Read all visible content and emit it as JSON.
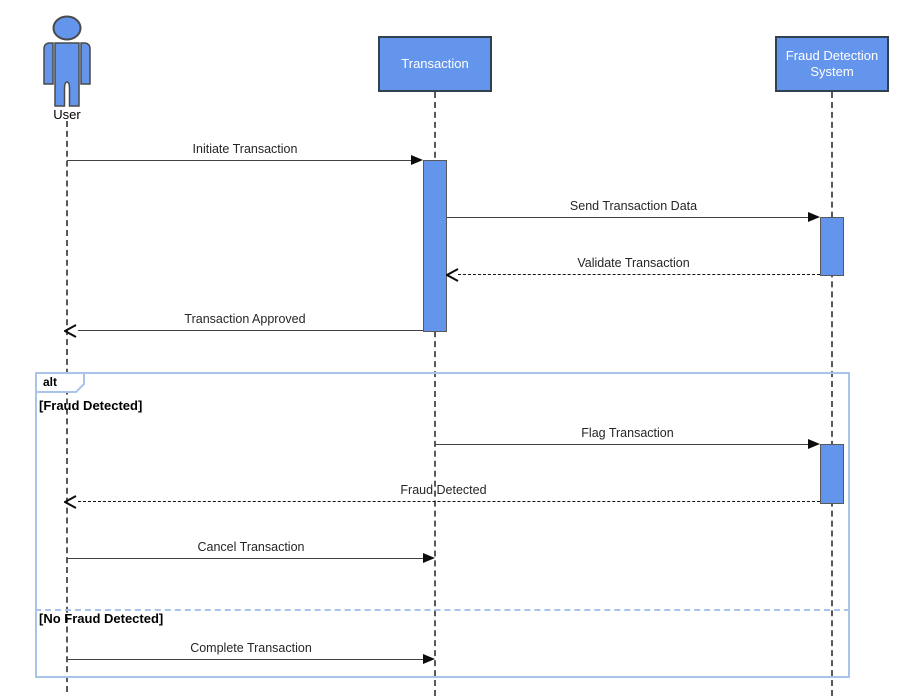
{
  "participants": [
    {
      "id": "user",
      "type": "actor",
      "label": "User"
    },
    {
      "id": "transaction",
      "type": "lifeline",
      "label": "Transaction"
    },
    {
      "id": "fraud_system",
      "type": "lifeline",
      "label": "Fraud Detection System"
    }
  ],
  "messages": [
    {
      "label": "Initiate Transaction",
      "from": "user",
      "to": "transaction",
      "line": "solid",
      "arrow": "filled"
    },
    {
      "label": "Send Transaction Data",
      "from": "transaction",
      "to": "fraud_system",
      "line": "solid",
      "arrow": "filled"
    },
    {
      "label": "Validate Transaction",
      "from": "fraud_system",
      "to": "transaction",
      "line": "dashed",
      "arrow": "open"
    },
    {
      "label": "Transaction Approved",
      "from": "transaction",
      "to": "user",
      "line": "solid",
      "arrow": "open"
    },
    {
      "label": "Flag Transaction",
      "from": "transaction",
      "to": "fraud_system",
      "line": "solid",
      "arrow": "filled"
    },
    {
      "label": "Fraud Detected",
      "from": "fraud_system",
      "to": "user",
      "line": "dashed",
      "arrow": "open"
    },
    {
      "label": "Cancel Transaction",
      "from": "user",
      "to": "transaction",
      "line": "solid",
      "arrow": "filled"
    },
    {
      "label": "Complete Transaction",
      "from": "user",
      "to": "transaction",
      "line": "solid",
      "arrow": "filled"
    }
  ],
  "fragment": {
    "operator": "alt",
    "guards": [
      "[Fraud Detected]",
      "[No Fraud Detected]"
    ]
  },
  "colors": {
    "shape_fill": "#6495ED",
    "shape_border": "#33404d",
    "activation_border": "#595959",
    "lifeline": "#595959",
    "message_line": "#424242",
    "arrowhead": "#0d0d0d",
    "fragment_border": "#A9C3EB",
    "head_text": "#ffffff",
    "label_text": "#262626",
    "background": "#ffffff"
  }
}
